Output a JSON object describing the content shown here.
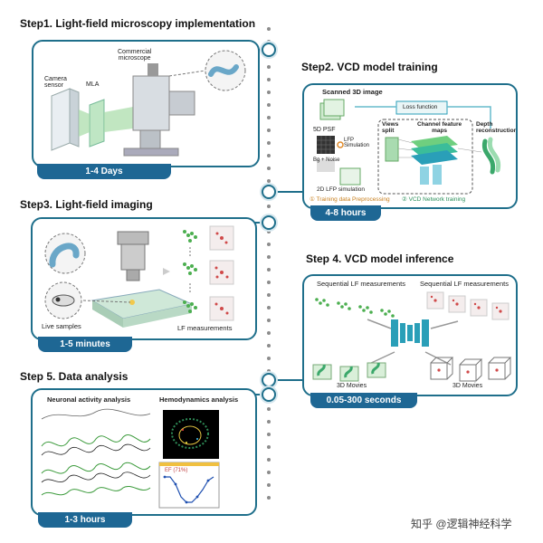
{
  "steps": {
    "step1": {
      "title": "Step1. Light-field microscopy implementation",
      "duration": "1-4 Days",
      "labels": {
        "camera": "Camera\nsensor",
        "mla": "MLA",
        "microscope": "Commercial\nmicroscope"
      }
    },
    "step2": {
      "title": "Step2. VCD model training",
      "duration": "4-8 hours",
      "labels": {
        "scanned": "Scanned 3D image",
        "psf": "5D PSF",
        "lfp_sim": "LFP\nSimulation",
        "bg_noise": "Bg + Noise",
        "lfp2d": "2D LFP simulation",
        "loss": "Loss function",
        "views": "Views\nsplit",
        "channel": "Channel feature\nmaps",
        "depth": "Depth\nreconstruction",
        "pre": "① Training data Preprocessing",
        "net": "② VCD Network training"
      }
    },
    "step3": {
      "title": "Step3. Light-field imaging",
      "duration": "1-5 minutes",
      "labels": {
        "live": "Live samples",
        "lf": "LF measurements"
      }
    },
    "step4": {
      "title": "Step 4. VCD model inference",
      "duration": "0.05-300 seconds",
      "labels": {
        "seq_left": "Sequential LF measurements",
        "seq_right": "Sequential LF measurements",
        "movies_left": "3D Movies",
        "movies_right": "3D Movies"
      }
    },
    "step5": {
      "title": "Step 5. Data analysis",
      "duration": "1-3 hours",
      "labels": {
        "neuronal": "Neuronal activity analysis",
        "hemo": "Hemodynamics analysis",
        "ef": "EF (71%)"
      }
    }
  },
  "watermark": "知乎 @逻辑神经科学",
  "colors": {
    "accent": "#1e6794",
    "border": "#1f6f8b",
    "green": "#4caf50",
    "teal": "#2a9fb8"
  }
}
